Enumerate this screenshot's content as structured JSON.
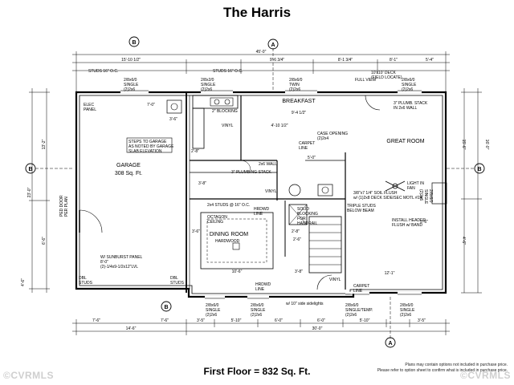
{
  "title": "The Harris",
  "footer": "First Floor = 832 Sq. Ft.",
  "notes": {
    "line1": "Plans may contain options not included in purchase price.",
    "line2": "Please refer to option sheet to confirm what is included in purchase price."
  },
  "watermark": {
    "left": "©CVRMLS",
    "right": "©CVRMLS"
  },
  "markers": {
    "a": "A",
    "b": "B"
  },
  "rooms": {
    "garage": "GARAGE",
    "garage_area": "308 Sq. Ft.",
    "breakfast": "BREAKFAST",
    "great_room": "GREAT ROOM",
    "dining_room": "DINING ROOM"
  },
  "dimensions": {
    "top_overall": "45'-0\"",
    "top_a": "15'-10 1/2\"",
    "top_b": "9'-6 3/4\"",
    "top_c": "8'-1 3/4\"",
    "top_d": "8'-1\"",
    "top_e": "5'-4\"",
    "bottom_overall": "30'-0\"",
    "bottom_a": "14'-6\"",
    "bottom_b": "7'-6\"",
    "bottom_c": "7'-6\"",
    "bottom_d": "3'-5\"",
    "bottom_e": "5'-10\"",
    "bottom_f": "6'-0\"",
    "bottom_g": "6'-0\"",
    "bottom_h": "5'-10\"",
    "bottom_i": "3'-5\"",
    "left_a": "23'-0\"",
    "left_b": "13'-2\"",
    "left_c": "6'-6\"",
    "left_d": "4'-6\"",
    "right_a": "16'-0\"",
    "right_b": "15'-6\"",
    "right_c": "4'-6\"",
    "great_width": "12'-1\"",
    "dining_width": "10'-6\"",
    "breakfast_dim": "9'-4 1/2\"",
    "dim_5_0": "5'-0\"",
    "dim_4_10": "4'-10 1/2\"",
    "dim_3_6": "3'-6\"",
    "dim_2_8": "2'-8\"",
    "dim_3_8": "3'-8\"",
    "dim_2_8b": "2'-8\"",
    "dim_2_6": "2'-6\"",
    "dim_3_6b": "3'-6\"",
    "dim_3_8b": "3'-8\"",
    "dim_7_0": "7'-0\"",
    "dim_5_6": "5'-6\""
  },
  "labels": {
    "elec_panel": "ELEC\nPANEL",
    "steps_garage": "STEPS TO GARAGE\nAS NOTED BY GARAGE\nSLAB ELEVATION",
    "sunburst": "W/ SUNBURST PANEL\n8'-0\"\n(2)-1/4x9-1/2x12\"LVL",
    "dbl_studs_l": "DBL\nSTUDS",
    "dbl_studs_r": "DBL\nSTUDS",
    "pedoor": "PED DOOR\nPER PLAN",
    "octagon_ceiling": "OCTAGON\nCEILING",
    "hrdwd_line1": "HRDWD\nLINE",
    "hrdwd_line2": "HRDWD\nLINE",
    "carpet_line1": "CARPET\nLINE",
    "carpet_line2": "CARPET\nLINE",
    "case_opening": "CASE OPENING\n(2)2x4",
    "plumb_stack": "3\" PLUMB. STACK\nIN 2x6 WALL",
    "plumb_stack2": "3\" PLUMBING STACK",
    "deck_door": "10'x10' DECK\n(FIELD LOCATE)",
    "full_view": "FULL VIEW",
    "light_fan": "LIGHT IN\nFAN",
    "triple_studs": "TRIPLE STUDS\nBELOW BEAM",
    "install_header": "INSTALL HEADER\nFLUSH w/ BAND",
    "solid_blocking": "SOLID\nBLOCKING\nFOR\nHANDRAIL",
    "blocking": "2\" BLOCKING",
    "wall_2x6": "2x6 WALL",
    "studs_16": "2x4 STUDS @ 16\" O.C.",
    "vinyl1": "VINYL",
    "vinyl2": "VINYL",
    "vinyl3": "VINYL",
    "hardwood": "HARDWOOD",
    "flush_beam": "3/8\"x7 1/4\" SOIL FLUSH\nw/ (1)2x8 DECK SIDE/SEC MOTL #2A",
    "sidelights": "w/ 10\" side sidelights",
    "win1": "2/8x6/0\nSINGLE\n(2)2x6",
    "win2": "2/8x2/0\nSINGLE\n(2)2x6",
    "win3": "2/8x6/0\nTWIN\n(2)2x6",
    "win4": "2/8x6/0\nSINGLE\n(2)2x6",
    "win5": "2/8x6/0\nSINGLE\n(2)2x6",
    "win6": "2/8x6/0\nSINGLE\n(2)2x6",
    "win7": "2/8x6/0\nSINGLE/TEMP.\n(2)2x6",
    "win8": "2/8x6/0\nSINGLE\n(2)2x6",
    "win9": "2/8x6/0\nSINGLE\n(2)2x6",
    "studs_top1": "STUDS 16\" O.C.",
    "studs_top2": "STUDS 16\" O.C."
  }
}
